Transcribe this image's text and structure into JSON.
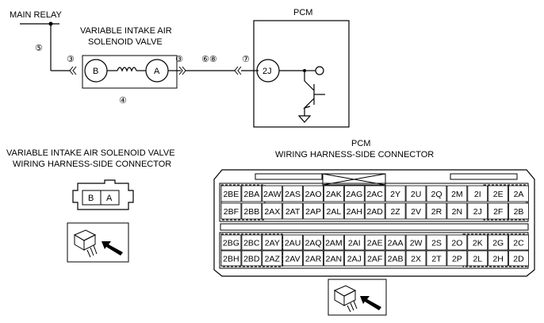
{
  "labels": {
    "main_relay": "MAIN RELAY",
    "solenoid_title_line1": "VARIABLE INTAKE AIR",
    "solenoid_title_line2": "SOLENOID VALVE",
    "pcm_box_title": "PCM",
    "solenoid_connector_line1": "VARIABLE INTAKE AIR SOLENOID VALVE",
    "solenoid_connector_line2": "WIRING HARNESS-SIDE CONNECTOR",
    "pcm_connector_line1": "PCM",
    "pcm_connector_line2": "WIRING HARNESS-SIDE CONNECTOR"
  },
  "callouts": {
    "c5": "⑤",
    "c3_left": "③",
    "c3_right": "③",
    "c4": "④",
    "c68": "⑥⑧",
    "c7": "⑦"
  },
  "terminals": {
    "solenoid_b": "B",
    "solenoid_a": "A",
    "pcm_2j": "2J"
  },
  "small_connector": [
    "B",
    "A"
  ],
  "pcm_connector_top": {
    "row1": [
      "2BE",
      "2BA",
      "2AW",
      "2AS",
      "2AO",
      "2AK",
      "2AG",
      "2AC",
      "2Y",
      "2U",
      "2Q",
      "2M",
      "2I",
      "2E",
      "2A"
    ],
    "row2": [
      "2BF",
      "2BB",
      "2AX",
      "2AT",
      "2AP",
      "2AL",
      "2AH",
      "2AD",
      "2Z",
      "2V",
      "2R",
      "2N",
      "2J",
      "2F",
      "2B"
    ]
  },
  "pcm_connector_bottom": {
    "row1": [
      "2BG",
      "2BC",
      "2AY",
      "2AU",
      "2AQ",
      "2AM",
      "2AI",
      "2AE",
      "2AA",
      "2W",
      "2S",
      "2O",
      "2K",
      "2G",
      "2C"
    ],
    "row2": [
      "2BH",
      "2BD",
      "2AZ",
      "2AV",
      "2AR",
      "2AN",
      "2AJ",
      "2AF",
      "2AB",
      "2X",
      "2T",
      "2P",
      "2L",
      "2H",
      "2D"
    ]
  },
  "icons": [
    "connector-inspection-icon",
    "connector-inspection-icon"
  ]
}
